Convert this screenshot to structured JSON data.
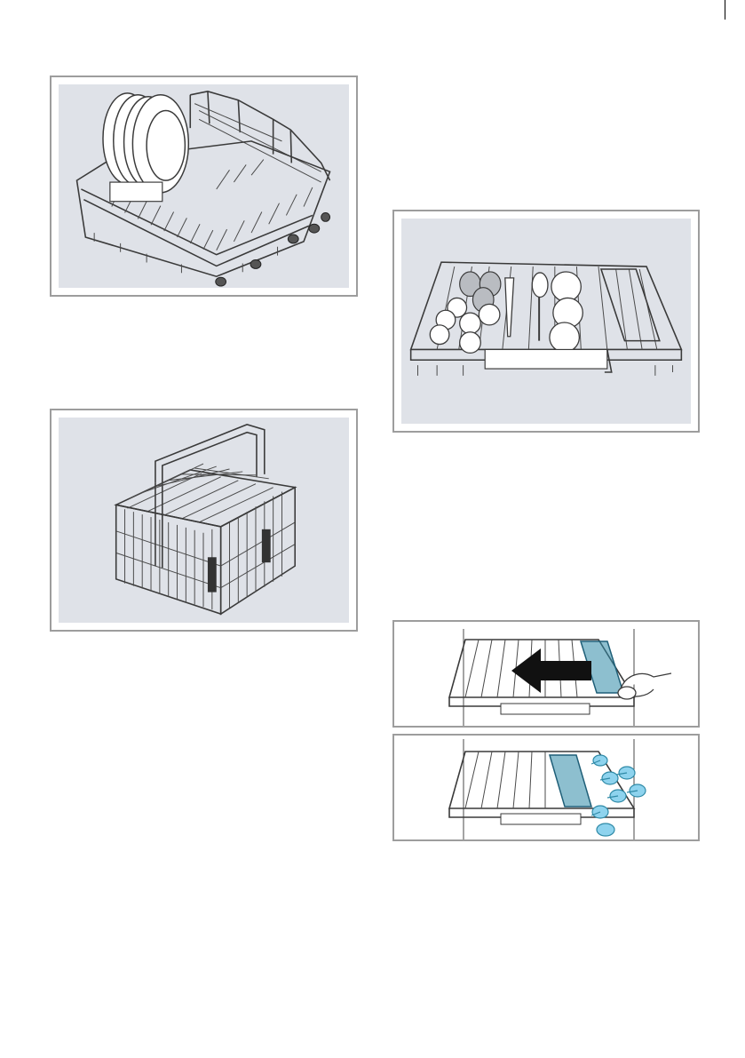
{
  "page": {
    "figures": [
      {
        "name": "lower-basket-illustration",
        "subject": "lower-rack-with-plates"
      },
      {
        "name": "cutlery-basket-illustration",
        "subject": "cutlery-basket"
      },
      {
        "name": "upper-basket-illustration",
        "subject": "upper-rack-with-cups-and-utensils"
      },
      {
        "name": "shelf-slide-step-1",
        "subject": "sliding-shelf-arrow"
      },
      {
        "name": "shelf-slide-step-2",
        "subject": "shelf-with-glasses"
      }
    ],
    "colors": {
      "frame_border": "#9d9d9d",
      "panel_background": "#dfe2e8",
      "highlight_blue": "#2f8aa7",
      "glass_blue": "#8ed3ee",
      "arrow": "#111111"
    },
    "icons": [
      "arrow-left-icon",
      "hand-icon"
    ]
  }
}
